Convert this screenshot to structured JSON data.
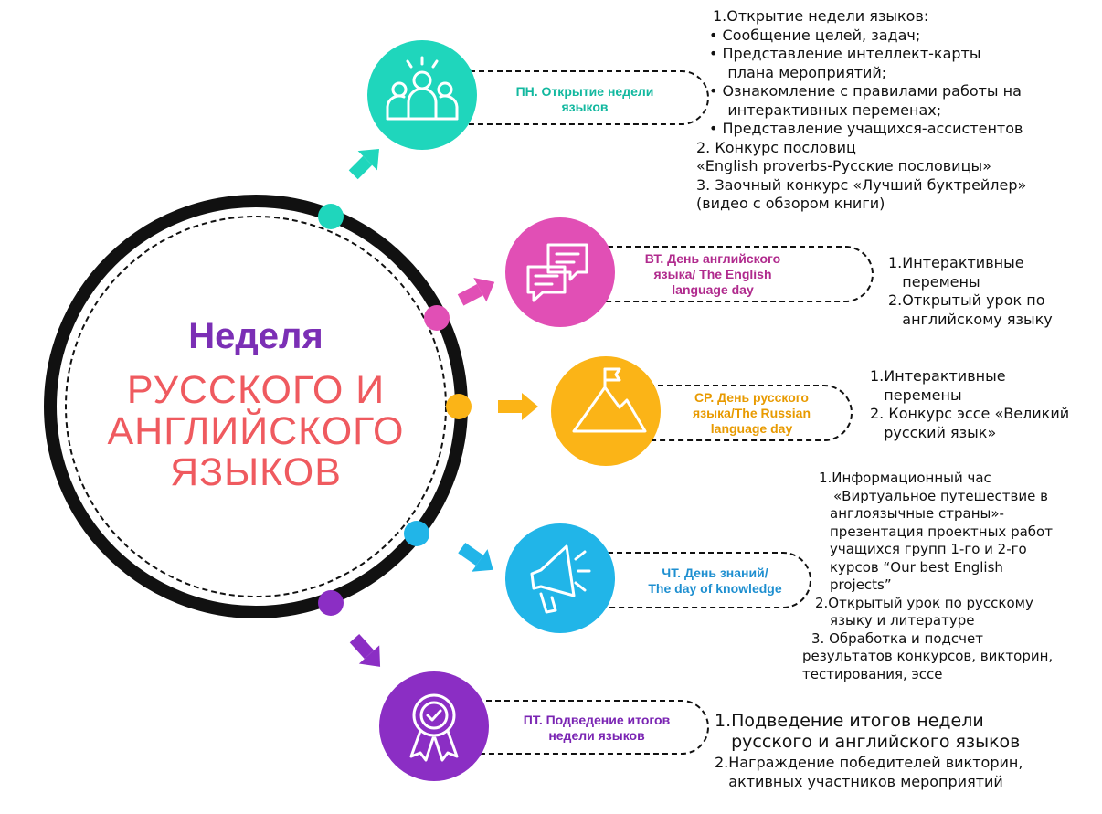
{
  "colors": {
    "mon": "#1fd6bc",
    "tue": "#e14fb5",
    "wed": "#fbb417",
    "thu": "#21b5e8",
    "fri": "#8b2ec4",
    "title_purple": "#7b2fb5",
    "title_red": "#ef5a5f"
  },
  "center": {
    "title": "Неделя",
    "subtitle_lines": [
      "РУССКОГО И",
      "АНГЛИЙСКОГО",
      "ЯЗЫКОВ"
    ]
  },
  "days": [
    {
      "key": "mon",
      "icon": "people-icon",
      "label_lines": [
        "ПН. Открытие недели",
        "языков"
      ],
      "notes": [
        "1.Открытие недели языков:",
        "•  Сообщение целей, задач;",
        "•  Представление интеллект-карты",
        "    плана мероприятий;",
        "•  Ознакомление с правилами работы на",
        "    интерактивных переменах;",
        "•  Представление учащихся-ассистентов",
        "2. Конкурс пословиц",
        "«English proverbs-Русские пословицы»",
        "3. Заочный конкурс «Лучший буктрейлер»",
        "(видео с обзором книги)"
      ]
    },
    {
      "key": "tue",
      "icon": "chat-bubbles-icon",
      "label_lines": [
        "ВТ. День английского",
        "языка/ The English",
        "language day"
      ],
      "notes": [
        "1.Интерактивные",
        "   перемены",
        "2.Открытый урок по",
        "   английскому языку"
      ]
    },
    {
      "key": "wed",
      "icon": "mountain-flag-icon",
      "label_lines": [
        "СР. День русского",
        "языка/The Russian",
        "language day"
      ],
      "notes": [
        "1.Интерактивные",
        "   перемены",
        "2. Конкурс эссе «Великий",
        "   русский язык»"
      ]
    },
    {
      "key": "thu",
      "icon": "megaphone-icon",
      "label_lines": [
        "ЧТ. День знаний/",
        "The day of knowledge"
      ],
      "notes": [
        "1.Информационный час",
        "«Виртуальное путешествие в",
        "англоязычные страны»-",
        "презентация проектных работ",
        "учащихся групп 1-го и 2-го",
        "курсов “Our best English",
        "projects”",
        "2.Открытый урок по русскому",
        "языку и литературе",
        "3. Обработка и подсчет",
        "результатов конкурсов, викторин,",
        "тестирования, эссе"
      ]
    },
    {
      "key": "fri",
      "icon": "award-badge-icon",
      "label_lines": [
        "ПТ. Подведение итогов",
        "недели языков"
      ],
      "notes": [
        "1.Подведение итогов недели",
        "   русского и английского языков",
        "2.Награждение победителей викторин,",
        "   активных участников мероприятий"
      ]
    }
  ]
}
